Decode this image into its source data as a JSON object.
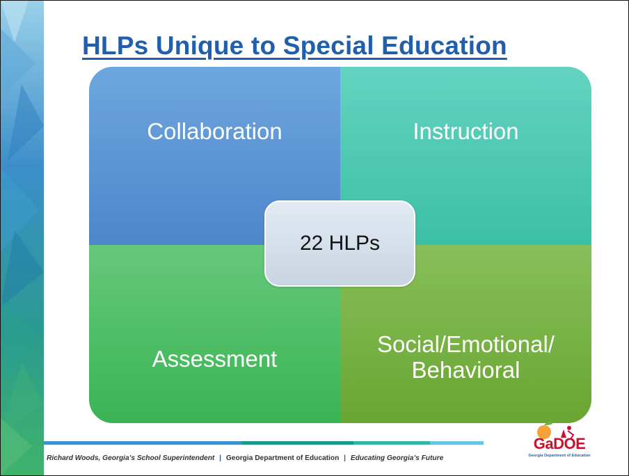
{
  "slide": {
    "title": "HLPs Unique to Special Education",
    "quadrants": {
      "top_left": "Collaboration",
      "top_right": "Instruction",
      "bottom_left": "Assessment",
      "bottom_right": "Social/Emotional/ Behavioral"
    },
    "center_label": "22 HLPs"
  },
  "footer": {
    "superintendent": "Richard Woods, Georgia’s School Superintendent",
    "separator": "|",
    "department": "Georgia Department of Education",
    "tagline": "Educating Georgia’s Future"
  },
  "logo": {
    "text": "GaDOE",
    "subtitle": "Georgia Department of Education"
  },
  "colors": {
    "title": "#1f5fae",
    "collaboration": "#5b93d4",
    "instruction": "#4cc8b3",
    "assessment": "#4fbe64",
    "social_emotional": "#78b245",
    "center_box": "#d6e0eb",
    "logo_red": "#c8102e"
  }
}
